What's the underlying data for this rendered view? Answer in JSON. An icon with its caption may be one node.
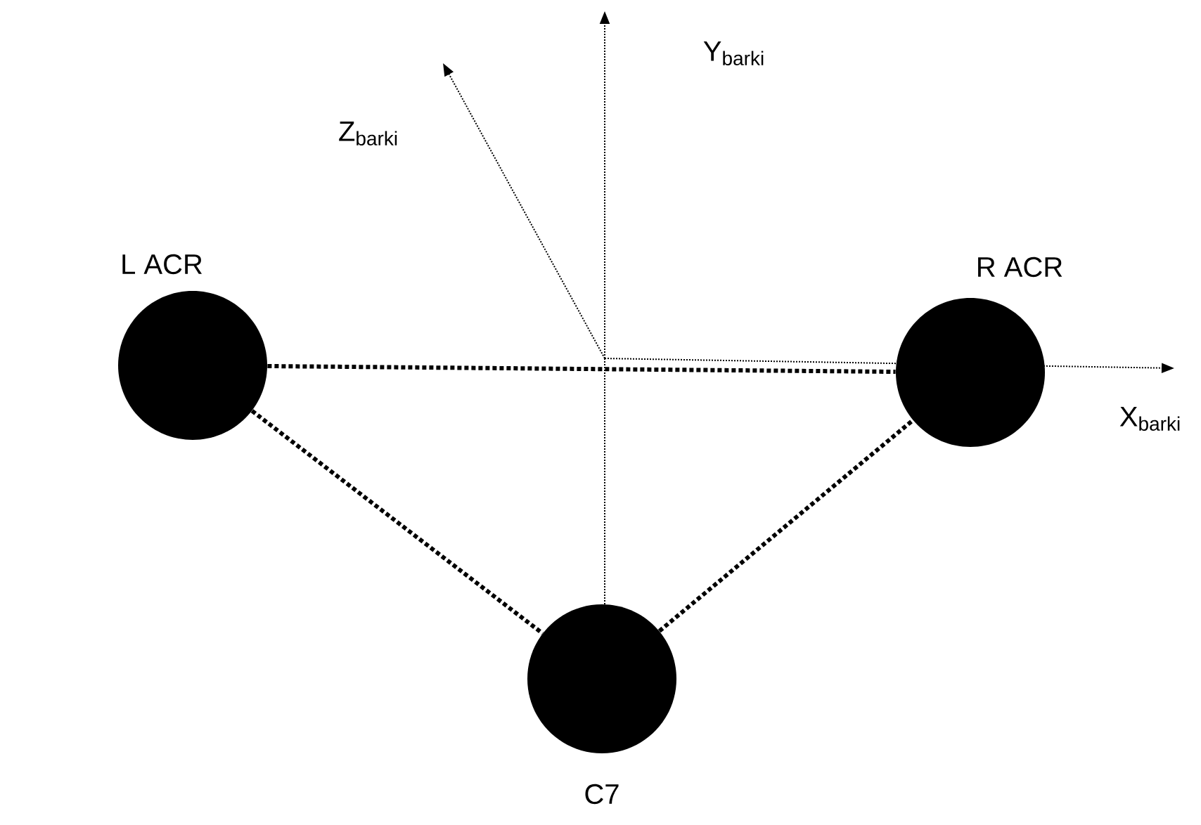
{
  "diagram": {
    "nodes": [
      {
        "text": [],
        "shape": "circle",
        "beside": [
          "L ACR"
        ]
      },
      {
        "text": [],
        "shape": "circle",
        "beside": [
          "R ACR"
        ]
      },
      {
        "text": [],
        "shape": "circle",
        "beside": [
          "C7"
        ]
      }
    ],
    "edges": [
      {
        "from": 0,
        "to": 1,
        "arrow": "none"
      },
      {
        "from": 0,
        "to": 2,
        "arrow": "none"
      },
      {
        "from": 2,
        "to": 1,
        "arrow": "none"
      }
    ],
    "labels": [
      "Y$_{barki}$",
      "Z$_{barki}$",
      "X$_{barki}$"
    ]
  }
}
